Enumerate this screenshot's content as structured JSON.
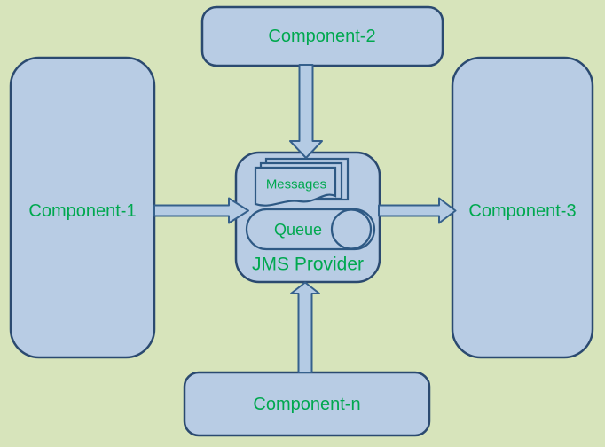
{
  "diagram": {
    "nodes": {
      "component1": {
        "label": "Component-1"
      },
      "component2": {
        "label": "Component-2"
      },
      "component3": {
        "label": "Component-3"
      },
      "componentN": {
        "label": "Component-n"
      },
      "jmsProvider": {
        "label": "JMS Provider"
      },
      "messages": {
        "label": "Messages"
      },
      "queue": {
        "label": "Queue"
      }
    },
    "edges": [
      {
        "from": "Component-2",
        "to": "JMS Provider",
        "direction": "down"
      },
      {
        "from": "Component-1",
        "to": "JMS Provider",
        "direction": "right"
      },
      {
        "from": "JMS Provider",
        "to": "Component-3",
        "direction": "right"
      },
      {
        "from": "Component-n",
        "to": "JMS Provider",
        "direction": "up"
      }
    ]
  },
  "colors": {
    "background": "#d7e4bb",
    "node_fill": "#b8cce4",
    "node_border": "#2b4a70",
    "arrow_fill": "#b4cbe4",
    "arrow_border": "#35608c",
    "inner_border": "#2e5984",
    "text_green": "#00a84f"
  }
}
